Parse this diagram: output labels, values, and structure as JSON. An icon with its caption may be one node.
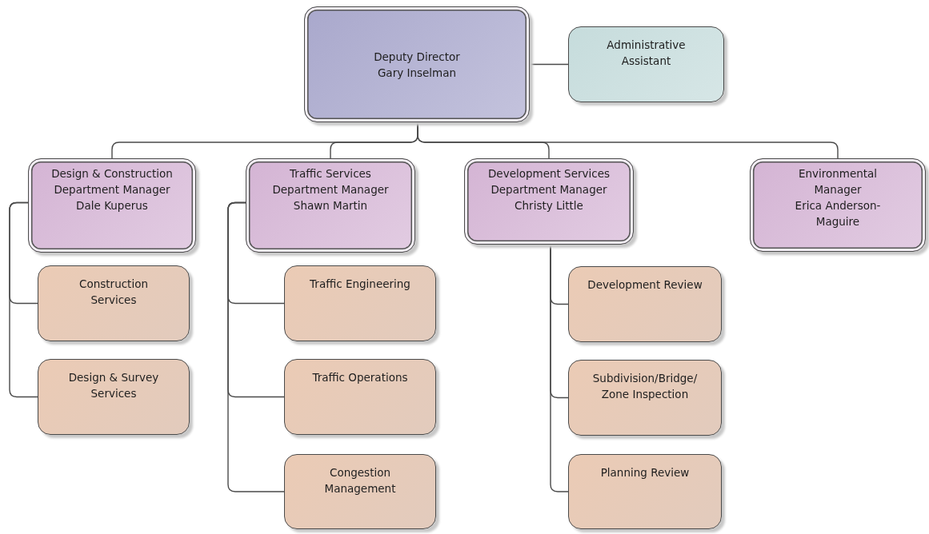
{
  "diagram": {
    "nodes": [
      {
        "text": [
          "Deputy Director",
          "Gary Inselman"
        ]
      },
      {
        "text": [
          "Administrative Assistant"
        ]
      },
      {
        "text": [
          "Design & Construction Department Manager",
          "Dale Kuperus"
        ]
      },
      {
        "text": [
          "Traffic Services Department Manager",
          "Shawn Martin"
        ]
      },
      {
        "text": [
          "Development Services Department Manager",
          "Christy Little"
        ]
      },
      {
        "text": [
          "Environmental Manager",
          "Erica Anderson-Maguire"
        ]
      },
      {
        "text": [
          "Construction Services"
        ]
      },
      {
        "text": [
          "Design & Survey Services"
        ]
      },
      {
        "text": [
          "Traffic Engineering"
        ]
      },
      {
        "text": [
          "Traffic Operations"
        ]
      },
      {
        "text": [
          "Congestion Management"
        ]
      },
      {
        "text": [
          "Development Review"
        ]
      },
      {
        "text": [
          "Subdivision/Bridge/ Zone Inspection"
        ]
      },
      {
        "text": [
          "Planning Review"
        ]
      }
    ],
    "edges": [
      {
        "from": 0,
        "to": 1,
        "arrow": "none"
      },
      {
        "from": 0,
        "to": 2,
        "arrow": "none"
      },
      {
        "from": 0,
        "to": 3,
        "arrow": "none"
      },
      {
        "from": 0,
        "to": 4,
        "arrow": "none"
      },
      {
        "from": 0,
        "to": 5,
        "arrow": "none"
      },
      {
        "from": 2,
        "to": 6,
        "arrow": "none"
      },
      {
        "from": 2,
        "to": 7,
        "arrow": "none"
      },
      {
        "from": 3,
        "to": 8,
        "arrow": "none"
      },
      {
        "from": 3,
        "to": 9,
        "arrow": "none"
      },
      {
        "from": 3,
        "to": 10,
        "arrow": "none"
      },
      {
        "from": 4,
        "to": 11,
        "arrow": "none"
      },
      {
        "from": 4,
        "to": 12,
        "arrow": "none"
      },
      {
        "from": 4,
        "to": 13,
        "arrow": "none"
      }
    ]
  }
}
